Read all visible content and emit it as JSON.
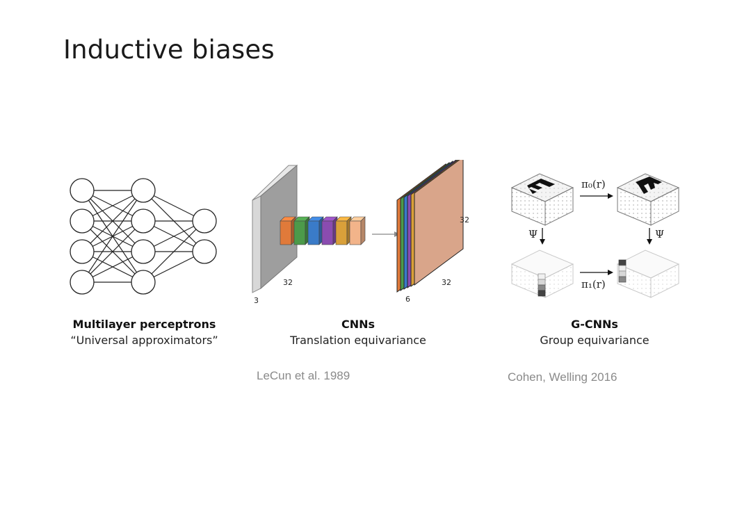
{
  "slide": {
    "title": "Inductive biases"
  },
  "panels": [
    {
      "title": "Multilayer perceptrons",
      "subtitle": "“Universal approximators”",
      "citation": ""
    },
    {
      "title": "CNNs",
      "subtitle": "Translation equivariance",
      "citation": "LeCun et al. 1989"
    },
    {
      "title": "G-CNNs",
      "subtitle": "Group equivariance",
      "citation": "Cohen, Welling 2016"
    }
  ],
  "mlp": {
    "layers": [
      4,
      4,
      2
    ]
  },
  "cnn": {
    "input_depth": "3",
    "input_size": "32",
    "output_depth": "6",
    "output_size_bottom": "32",
    "output_size_right": "32",
    "filter_colors": [
      "#e07a3a",
      "#4c9a4a",
      "#3a7bc8",
      "#8a4cb0",
      "#d9a03a",
      "#f2b48a"
    ],
    "output_colors": [
      "#e07a3a",
      "#4c9a4a",
      "#3a7bc8",
      "#8a4cb0",
      "#d9a03a",
      "#d9a58a"
    ]
  },
  "gcnn": {
    "top_arrow_label": "π₀(r)",
    "bottom_arrow_label": "π₁(r)",
    "left_arrow_label": "Ψ",
    "right_arrow_label": "Ψ"
  }
}
